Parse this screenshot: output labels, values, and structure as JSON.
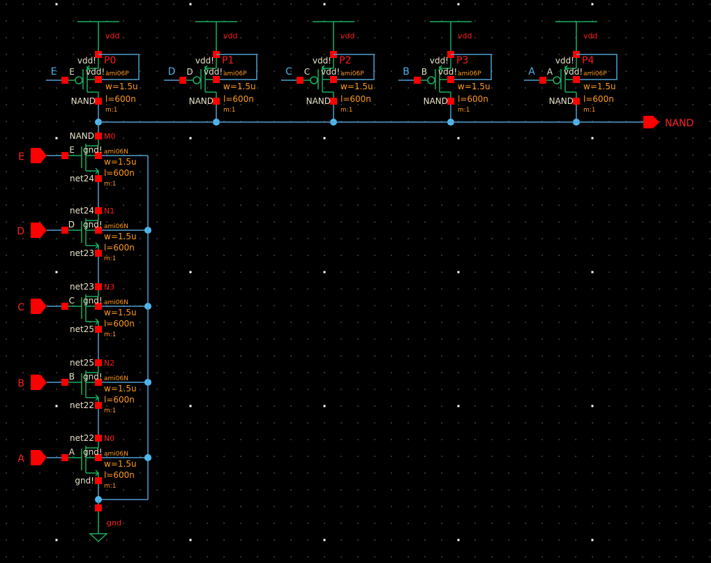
{
  "schematic": {
    "title": "5-input CMOS NAND gate schematic",
    "colors": {
      "background": "#000000",
      "wire": "#4f9fd0",
      "symbol": "#19b060",
      "pin": "#ff0000",
      "label": "#e8e2c8",
      "instance_name": "#ff1a1a",
      "parameter": "#ff9a1a",
      "junction": "#4fb8f0"
    },
    "pmos": [
      {
        "instance": "P0",
        "gate_net": "E",
        "gate_label": "E",
        "bulk": "vdd!",
        "source_label": "vdd!",
        "drain": "NAND",
        "model": "ami06P",
        "w": "w=1.5u",
        "l": "l=600n",
        "m": "m:1",
        "supply": "vdd"
      },
      {
        "instance": "P1",
        "gate_net": "D",
        "gate_label": "D",
        "bulk": "vdd!",
        "source_label": "vdd!",
        "drain": "NAND",
        "model": "ami06P",
        "w": "w=1.5u",
        "l": "l=600n",
        "m": "m:1",
        "supply": "vdd"
      },
      {
        "instance": "P2",
        "gate_net": "C",
        "gate_label": "C",
        "bulk": "vdd!",
        "source_label": "vdd!",
        "drain": "NAND",
        "model": "ami06P",
        "w": "w=1.5u",
        "l": "l=600n",
        "m": "m:1",
        "supply": "vdd"
      },
      {
        "instance": "P3",
        "gate_net": "B",
        "gate_label": "B",
        "bulk": "vdd!",
        "source_label": "vdd!",
        "drain": "NAND",
        "model": "ami06P",
        "w": "w=1.5u",
        "l": "l=600n",
        "m": "m:1",
        "supply": "vdd"
      },
      {
        "instance": "P4",
        "gate_net": "A",
        "gate_label": "A",
        "bulk": "vdd!",
        "source_label": "vdd!",
        "drain": "NAND",
        "model": "ami06P",
        "w": "w=1.5u",
        "l": "l=600n",
        "m": "m:1",
        "supply": "vdd"
      }
    ],
    "nmos": [
      {
        "instance": "M0",
        "gate_pin": "E",
        "gate_label": "E",
        "drain": "NAND",
        "bulk": "gnd!",
        "source": "net24",
        "model": "ami06N",
        "w": "w=1.5u",
        "l": "l=600n",
        "m": "m:1"
      },
      {
        "instance": "N1",
        "gate_pin": "D",
        "gate_label": "D",
        "drain": "net24",
        "bulk": "gnd!",
        "source": "net23",
        "model": "ami06N",
        "w": "w=1.5u",
        "l": "l=600n",
        "m": "m:1"
      },
      {
        "instance": "N3",
        "gate_pin": "C",
        "gate_label": "C",
        "drain": "net23",
        "bulk": "gnd!",
        "source": "net25",
        "model": "ami06N",
        "w": "w=1.5u",
        "l": "l=600n",
        "m": "m:1"
      },
      {
        "instance": "N2",
        "gate_pin": "B",
        "gate_label": "B",
        "drain": "net25",
        "bulk": "gnd!",
        "source": "net22",
        "model": "ami06N",
        "w": "w=1.5u",
        "l": "l=600n",
        "m": "m:1"
      },
      {
        "instance": "N0",
        "gate_pin": "A",
        "gate_label": "A",
        "drain": "net22",
        "bulk": "gnd!",
        "source": "gnd!",
        "model": "ami06N",
        "w": "w=1.5u",
        "l": "l=600n",
        "m": "m:1"
      }
    ],
    "output_pin": "NAND",
    "ground_label": "gnd"
  }
}
